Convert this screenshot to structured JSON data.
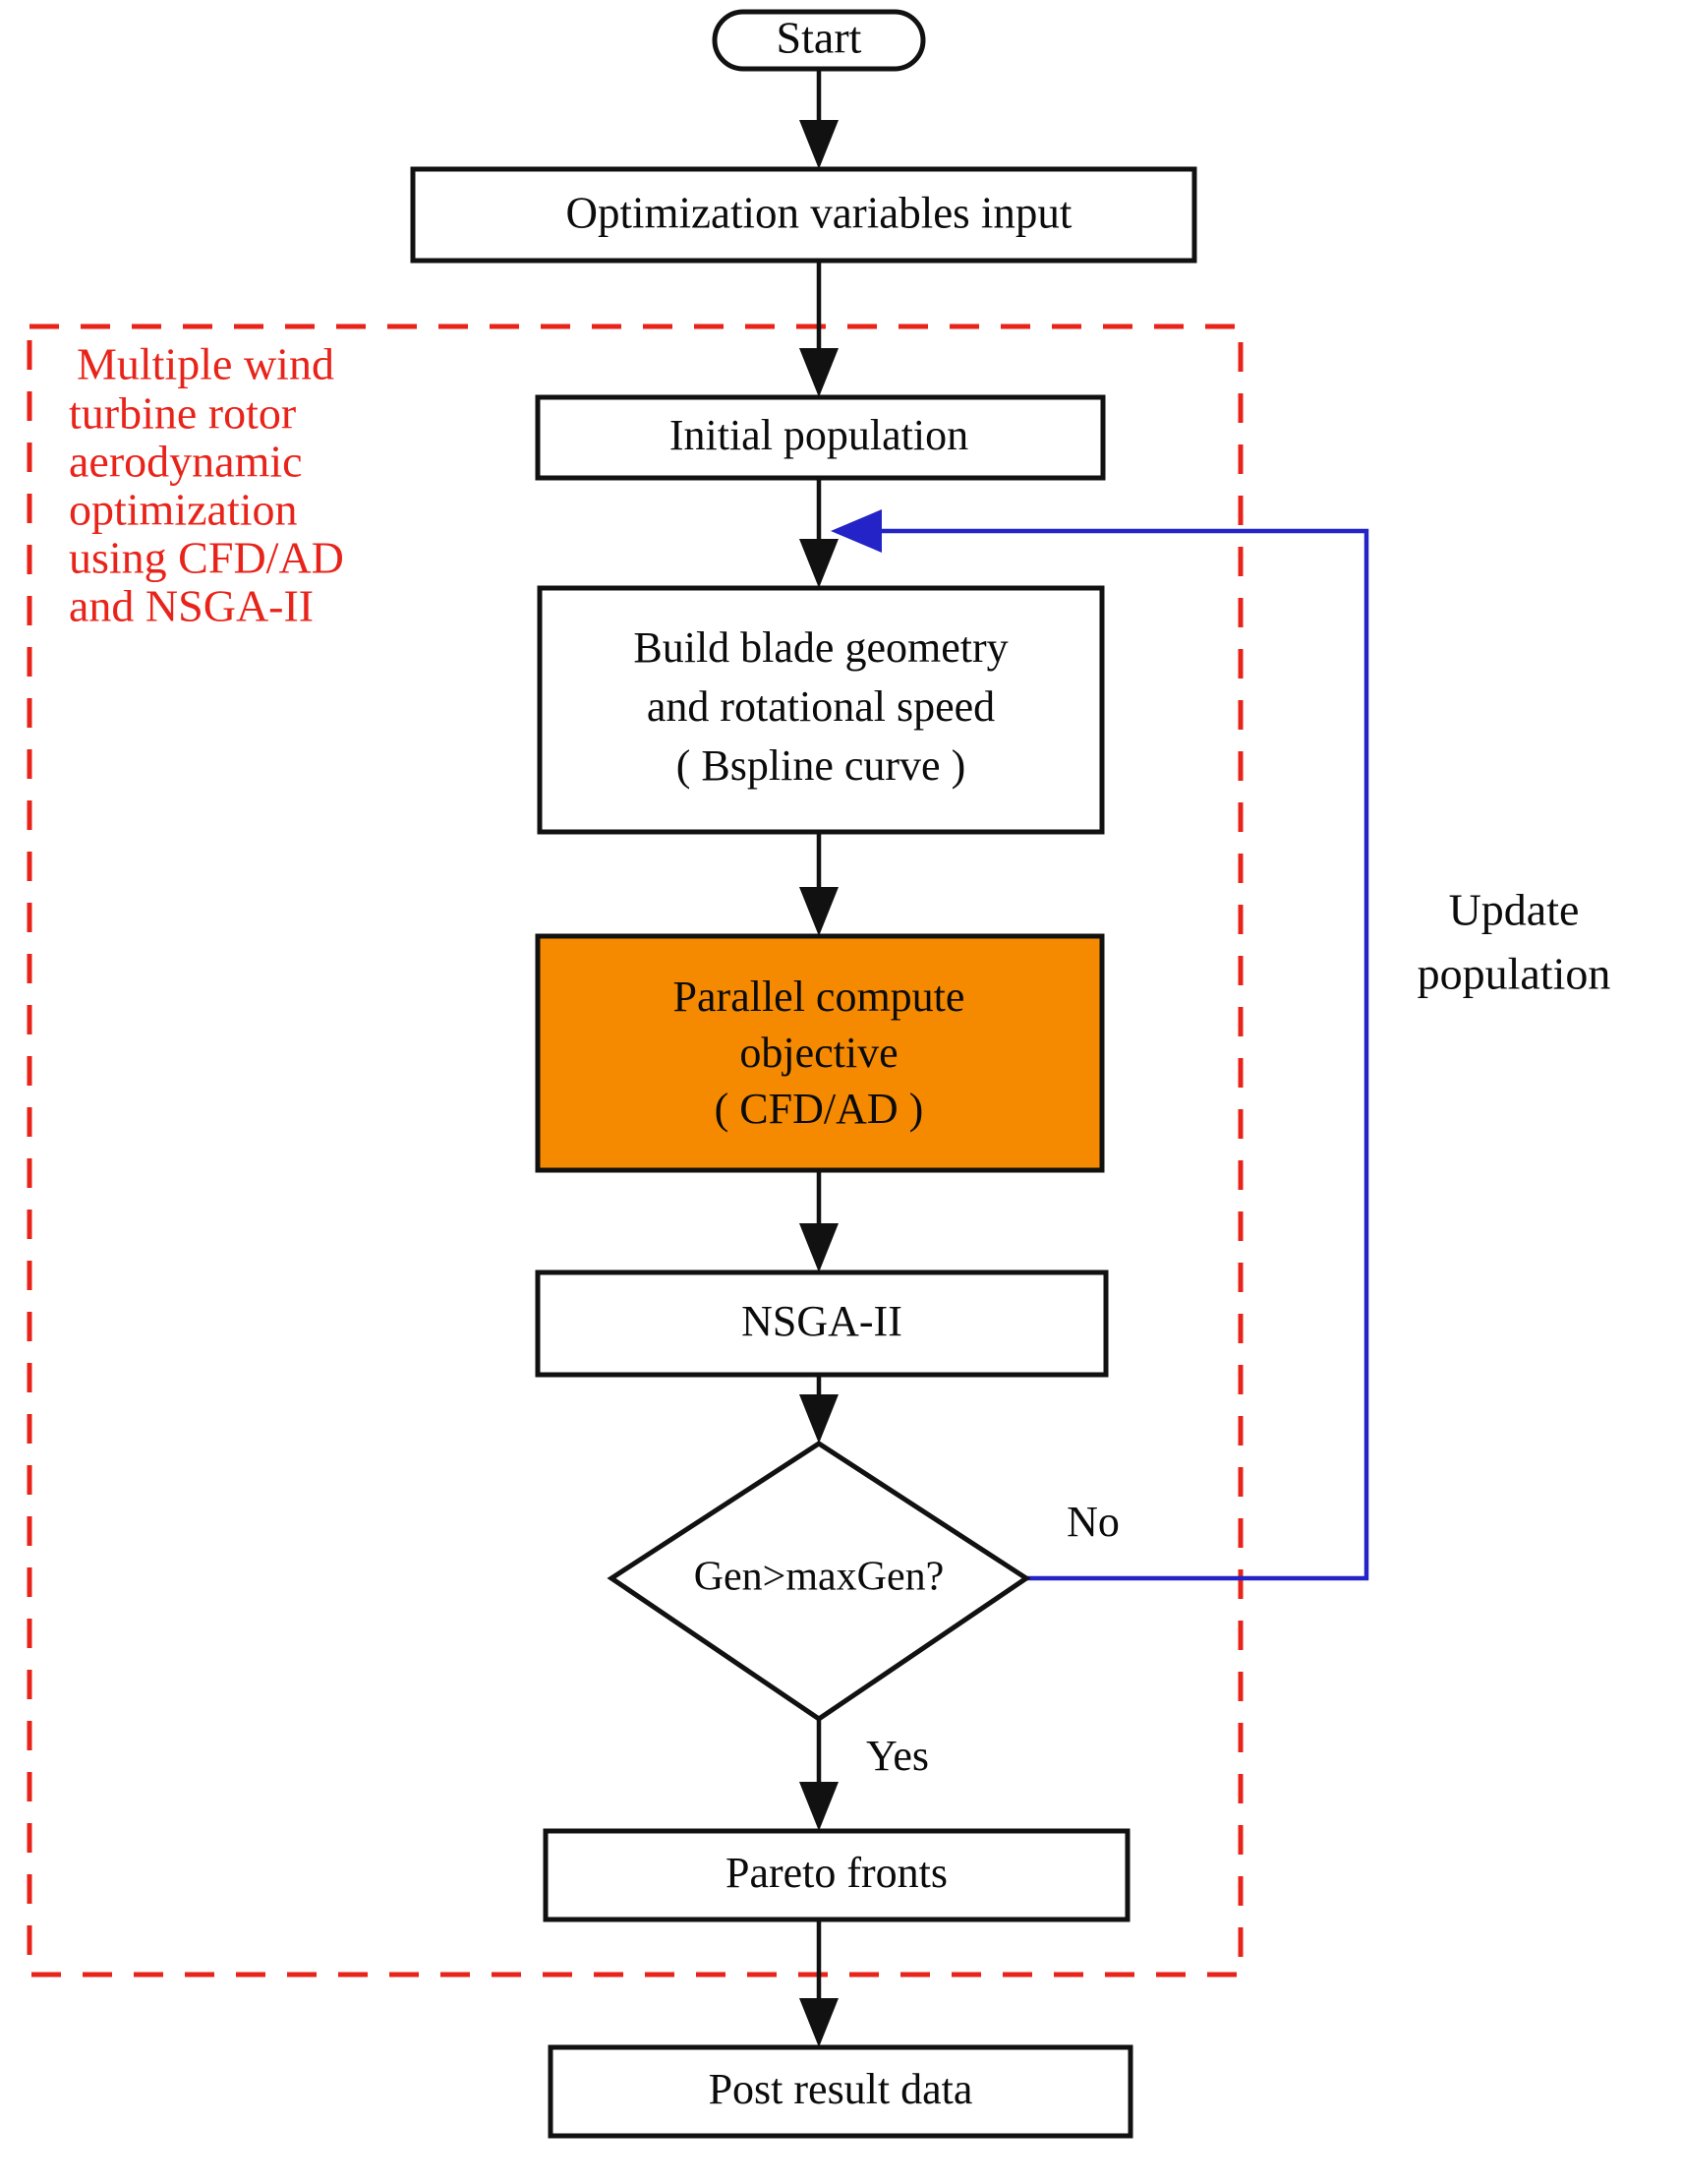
{
  "diagram": {
    "title": "Multiple wind turbine rotor aerodynamic optimization flowchart",
    "colors": {
      "highlight_box": "#f58a00",
      "group_outline": "#e8231a",
      "group_label": "#e8231a",
      "feedback_edge": "#2323c8",
      "node_outline": "#111111",
      "node_fill": "#ffffff",
      "background": "#ffffff"
    },
    "group": {
      "label_lines": [
        "Multiple wind",
        "turbine rotor",
        "aerodynamic",
        "optimization",
        "using CFD/AD",
        "and NSGA-II"
      ]
    },
    "nodes": {
      "start": {
        "label": "Start",
        "shape": "stadium"
      },
      "optimization_input": {
        "label": "Optimization variables input",
        "shape": "rect"
      },
      "initial_population": {
        "label": "Initial population",
        "shape": "rect"
      },
      "build_blade": {
        "shape": "rect",
        "lines": [
          "Build blade geometry",
          "and rotational speed",
          "( Bspline curve )"
        ]
      },
      "parallel_compute": {
        "shape": "rect",
        "highlight": true,
        "lines": [
          "Parallel compute",
          "objective",
          "( CFD/AD )"
        ]
      },
      "nsga2": {
        "label": "NSGA-II",
        "shape": "rect"
      },
      "decision": {
        "label": "Gen>maxGen?",
        "shape": "diamond"
      },
      "pareto_fronts": {
        "label": "Pareto fronts",
        "shape": "rect"
      },
      "post_result": {
        "label": "Post result data",
        "shape": "rect"
      }
    },
    "edge_labels": {
      "no": "No",
      "yes": "Yes",
      "update_population": [
        "Update",
        "population"
      ]
    }
  }
}
